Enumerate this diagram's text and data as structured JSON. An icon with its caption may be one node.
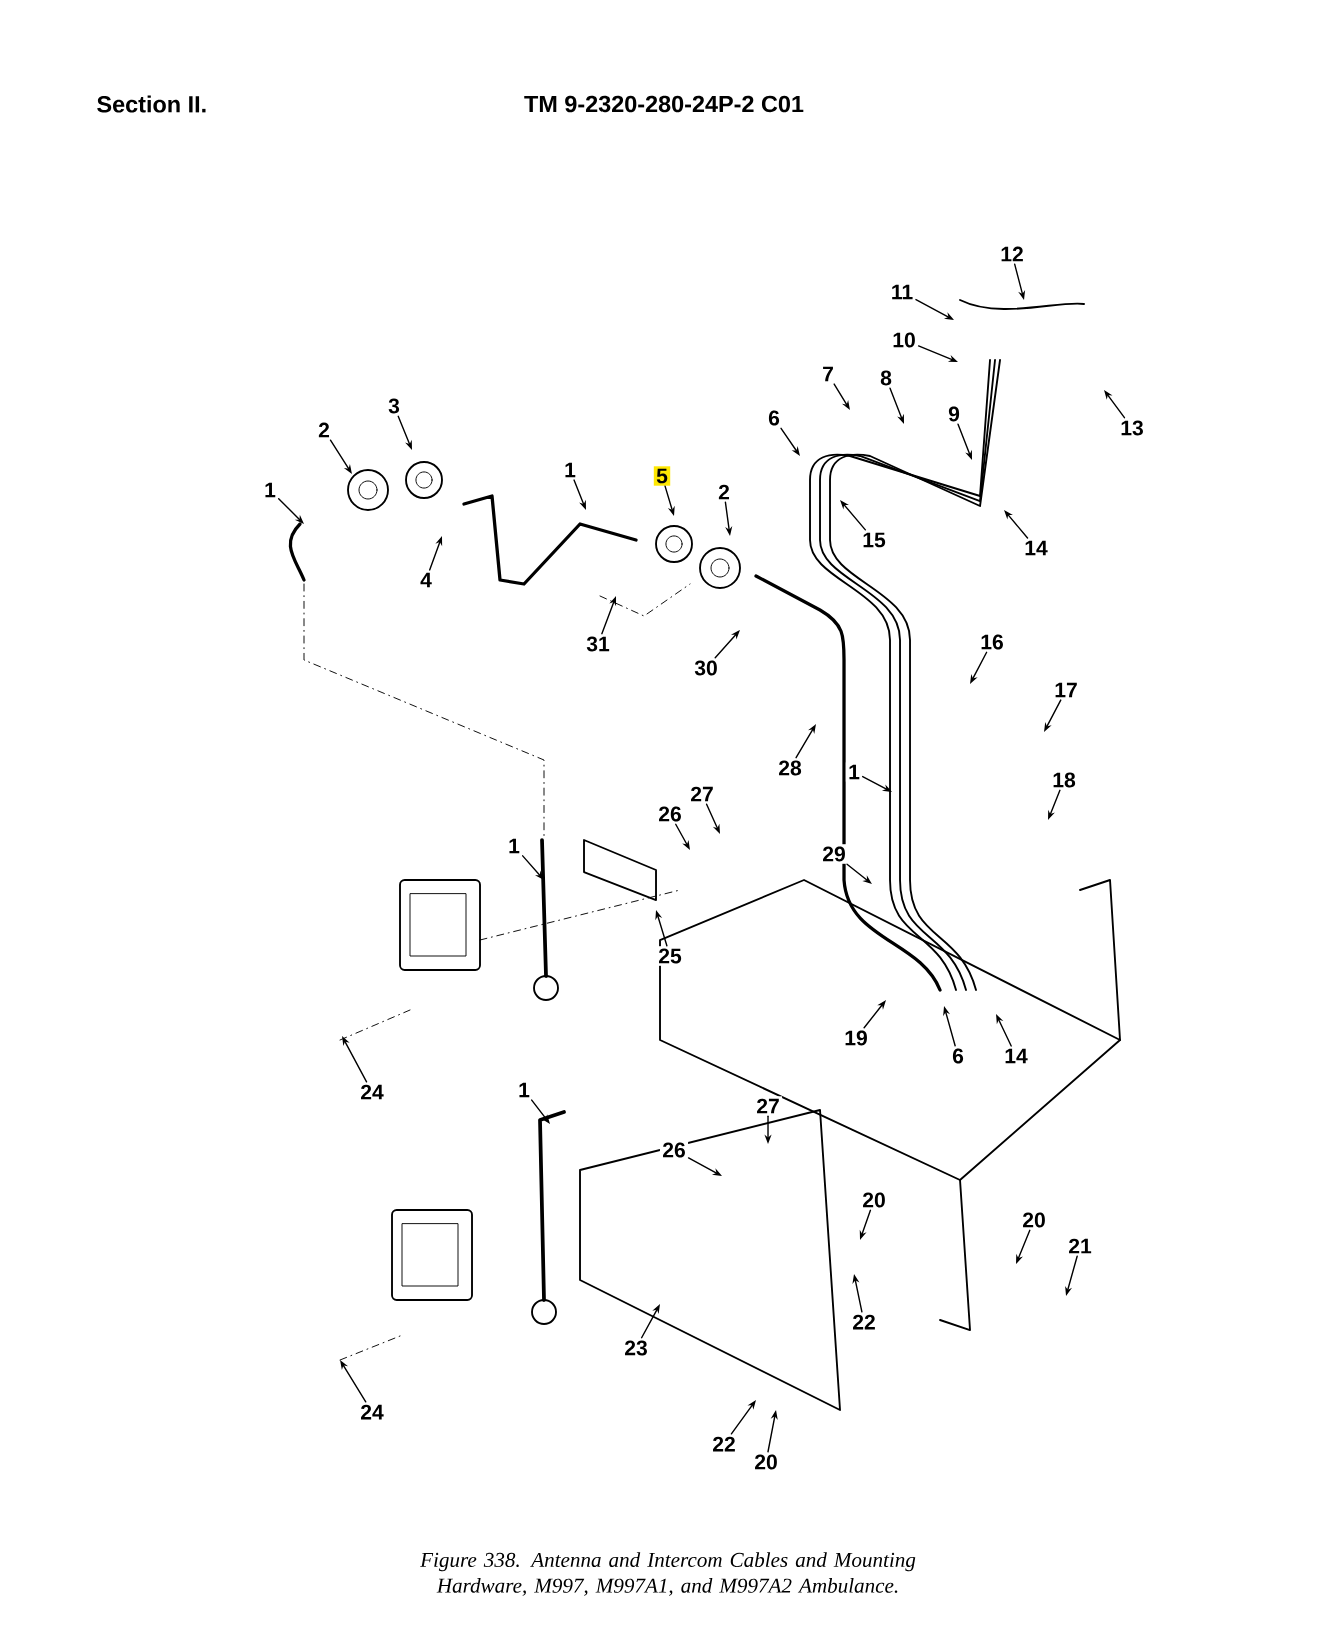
{
  "diagram": {
    "caption": "Figure 338. Antenna and Intercom Cables and Mounting Hardware, M997, M997A1, and M997A2 Ambulance.",
    "labels": [
      "Section II.",
      "TM 9-2320-280-24P-2 C01"
    ],
    "nodes": [
      {
        "text": [
          "1"
        ]
      },
      {
        "text": [
          "2"
        ]
      },
      {
        "text": [
          "3"
        ]
      },
      {
        "text": [
          "4"
        ]
      },
      {
        "text": [
          "1"
        ]
      },
      {
        "text": [
          "5"
        ]
      },
      {
        "text": [
          "2"
        ]
      },
      {
        "text": [
          "31"
        ]
      },
      {
        "text": [
          "30"
        ]
      },
      {
        "text": [
          "12"
        ]
      },
      {
        "text": [
          "11"
        ]
      },
      {
        "text": [
          "10"
        ]
      },
      {
        "text": [
          "7"
        ]
      },
      {
        "text": [
          "8"
        ]
      },
      {
        "text": [
          "9"
        ]
      },
      {
        "text": [
          "6"
        ]
      },
      {
        "text": [
          "15"
        ]
      },
      {
        "text": [
          "13"
        ]
      },
      {
        "text": [
          "14"
        ]
      },
      {
        "text": [
          "16"
        ]
      },
      {
        "text": [
          "17"
        ]
      },
      {
        "text": [
          "28"
        ]
      },
      {
        "text": [
          "1"
        ]
      },
      {
        "text": [
          "18"
        ]
      },
      {
        "text": [
          "29"
        ]
      },
      {
        "text": [
          "26"
        ]
      },
      {
        "text": [
          "27"
        ]
      },
      {
        "text": [
          "25"
        ]
      },
      {
        "text": [
          "1"
        ]
      },
      {
        "text": [
          "24"
        ]
      },
      {
        "text": [
          "19"
        ]
      },
      {
        "text": [
          "6"
        ]
      },
      {
        "text": [
          "14"
        ]
      },
      {
        "text": [
          "1"
        ]
      },
      {
        "text": [
          "27"
        ]
      },
      {
        "text": [
          "26"
        ]
      },
      {
        "text": [
          "20"
        ]
      },
      {
        "text": [
          "20"
        ]
      },
      {
        "text": [
          "21"
        ]
      },
      {
        "text": [
          "22"
        ]
      },
      {
        "text": [
          "23"
        ]
      },
      {
        "text": [
          "24"
        ]
      },
      {
        "text": [
          "22"
        ]
      },
      {
        "text": [
          "20"
        ]
      }
    ],
    "edges": [
      {
        "from": 0,
        "to": null,
        "arrow": "to"
      },
      {
        "from": 1,
        "to": null,
        "arrow": "to"
      },
      {
        "from": 2,
        "to": null,
        "arrow": "to"
      },
      {
        "from": 3,
        "to": null,
        "arrow": "to"
      },
      {
        "from": 4,
        "to": null,
        "arrow": "to"
      },
      {
        "from": 5,
        "to": null,
        "arrow": "to"
      },
      {
        "from": 6,
        "to": null,
        "arrow": "to"
      },
      {
        "from": 7,
        "to": null,
        "arrow": "to"
      },
      {
        "from": 8,
        "to": null,
        "arrow": "to"
      },
      {
        "from": 9,
        "to": null,
        "arrow": "to"
      },
      {
        "from": 10,
        "to": null,
        "arrow": "to"
      },
      {
        "from": 11,
        "to": null,
        "arrow": "to"
      },
      {
        "from": 12,
        "to": null,
        "arrow": "to"
      },
      {
        "from": 13,
        "to": null,
        "arrow": "to"
      },
      {
        "from": 14,
        "to": null,
        "arrow": "to"
      },
      {
        "from": 15,
        "to": null,
        "arrow": "to"
      },
      {
        "from": 16,
        "to": null,
        "arrow": "to"
      },
      {
        "from": 17,
        "to": null,
        "arrow": "to"
      },
      {
        "from": 18,
        "to": null,
        "arrow": "to"
      },
      {
        "from": 19,
        "to": null,
        "arrow": "to"
      },
      {
        "from": 20,
        "to": null,
        "arrow": "to"
      },
      {
        "from": 21,
        "to": null,
        "arrow": "to"
      },
      {
        "from": 22,
        "to": null,
        "arrow": "to"
      },
      {
        "from": 23,
        "to": null,
        "arrow": "to"
      },
      {
        "from": 24,
        "to": null,
        "arrow": "to"
      },
      {
        "from": 25,
        "to": null,
        "arrow": "to"
      },
      {
        "from": 26,
        "to": null,
        "arrow": "to"
      },
      {
        "from": 27,
        "to": null,
        "arrow": "to"
      },
      {
        "from": 28,
        "to": null,
        "arrow": "to"
      },
      {
        "from": 29,
        "to": null,
        "arrow": "to"
      },
      {
        "from": 30,
        "to": null,
        "arrow": "to"
      },
      {
        "from": 31,
        "to": null,
        "arrow": "to"
      },
      {
        "from": 32,
        "to": null,
        "arrow": "to"
      },
      {
        "from": 33,
        "to": null,
        "arrow": "to"
      },
      {
        "from": 34,
        "to": null,
        "arrow": "to"
      },
      {
        "from": 35,
        "to": null,
        "arrow": "to"
      },
      {
        "from": 36,
        "to": null,
        "arrow": "to"
      },
      {
        "from": 37,
        "to": null,
        "arrow": "to"
      },
      {
        "from": 38,
        "to": null,
        "arrow": "to"
      },
      {
        "from": 39,
        "to": null,
        "arrow": "to"
      },
      {
        "from": 40,
        "to": null,
        "arrow": "to"
      },
      {
        "from": 41,
        "to": null,
        "arrow": "to"
      },
      {
        "from": 42,
        "to": null,
        "arrow": "to"
      },
      {
        "from": 43,
        "to": null,
        "arrow": "to"
      }
    ]
  }
}
